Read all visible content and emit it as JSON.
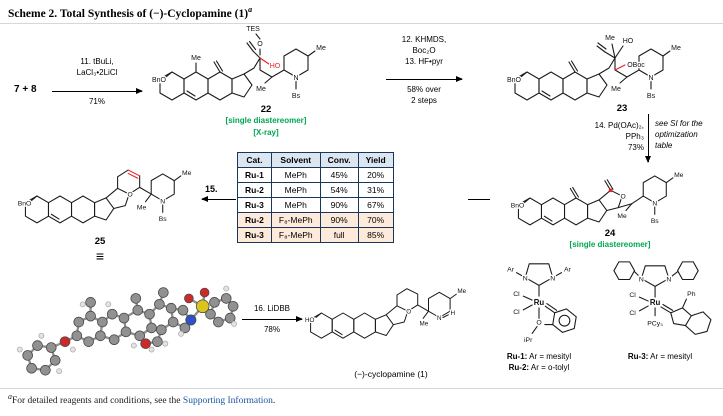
{
  "colors": {
    "annotation_green": "#00a651",
    "bond_red": "#ed1c24",
    "table_border": "#17375d",
    "table_header_bg": "#dce6f1",
    "table_highlight_bg": "#fdeada",
    "link_blue": "#1a56a0"
  },
  "title": {
    "text": "Scheme 2. Total Synthesis of (−)-Cyclopamine (1)",
    "footnote_marker": "a"
  },
  "reactants": {
    "text": "7 + 8"
  },
  "steps": {
    "s11": {
      "line1": "11. tBuLi,",
      "line2": "LaCl₃•2LiCl",
      "below": "71%"
    },
    "s12": {
      "line1": "12. KHMDS,",
      "line2": "Boc₂O",
      "line3": "13. HF•pyr",
      "below1": "58% over",
      "below2": "2 steps"
    },
    "s14": {
      "line1": "14. Pd(OAc)₂,",
      "line2": "PPh₃",
      "line3": "73%",
      "note1": "see SI for the",
      "note2": "optimization",
      "note3": "table"
    },
    "s15": {
      "label": "15."
    },
    "s16": {
      "label": "16. LiDBB",
      "below": "78%"
    }
  },
  "compounds": {
    "c22": {
      "number": "22",
      "note1": "[single diastereomer]",
      "note2": "[X-ray]",
      "labels": {
        "bno": "BnO",
        "tes": "TES",
        "o": "O",
        "ho": "HO",
        "me1": "Me",
        "me2": "Me",
        "me3": "Me",
        "n": "N",
        "bs": "Bs"
      }
    },
    "c23": {
      "number": "23",
      "labels": {
        "bno": "BnO",
        "me1": "Me",
        "ho": "HO",
        "oboc": "OBoc",
        "me2": "Me",
        "me3": "Me",
        "n": "N",
        "bs": "Bs"
      }
    },
    "c24": {
      "number": "24",
      "note1": "[single diastereomer]",
      "labels": {
        "bno": "BnO",
        "o": "O",
        "me1": "Me",
        "me2": "Me",
        "n": "N",
        "bs": "Bs"
      }
    },
    "c25": {
      "number": "25",
      "labels": {
        "bno": "BnO",
        "o": "O",
        "me1": "Me",
        "me2": "Me",
        "n": "N",
        "bs": "Bs"
      }
    },
    "c1": {
      "number": "(−)-cyclopamine (1)",
      "labels": {
        "ho": "HO",
        "o": "O",
        "me1": "Me",
        "me2": "Me",
        "n": "N",
        "h": "H"
      }
    }
  },
  "equivalence_symbol": "≡",
  "optimization_table": {
    "headers": [
      "Cat.",
      "Solvent",
      "Conv.",
      "Yield"
    ],
    "rows": [
      {
        "cat": "Ru-1",
        "solvent": "MePh",
        "conv": "45%",
        "yield": "20%"
      },
      {
        "cat": "Ru-2",
        "solvent": "MePh",
        "conv": "54%",
        "yield": "31%"
      },
      {
        "cat": "Ru-3",
        "solvent": "MePh",
        "conv": "90%",
        "yield": "67%"
      },
      {
        "cat": "Ru-2",
        "solvent": "F₈-MePh",
        "conv": "90%",
        "yield": "70%"
      },
      {
        "cat": "Ru-3",
        "solvent": "F₈-MePh",
        "conv": "full",
        "yield": "85%"
      }
    ]
  },
  "catalysts": {
    "a": {
      "labels": {
        "ar1": "Ar",
        "ar2": "Ar",
        "n1": "N",
        "n2": "N",
        "cl1": "Cl",
        "cl2": "Cl",
        "ru": "Ru",
        "o": "O",
        "ipr": "iPr"
      },
      "cap1_name": "Ru-1:",
      "cap1_rest": " Ar = mesityl",
      "cap2_name": "Ru-2:",
      "cap2_rest": " Ar = o-tolyl"
    },
    "b": {
      "labels": {
        "n1": "N",
        "n2": "N",
        "cl1": "Cl",
        "cl2": "Cl",
        "ru": "Ru",
        "pcy3": "PCy₃",
        "ph": "Ph"
      },
      "cap_name": "Ru-3:",
      "cap_rest": " Ar = mesityl"
    }
  },
  "footnote": {
    "marker": "a",
    "text": "For detailed reagents and conditions, see the ",
    "link": "Supporting Information",
    "end": "."
  }
}
